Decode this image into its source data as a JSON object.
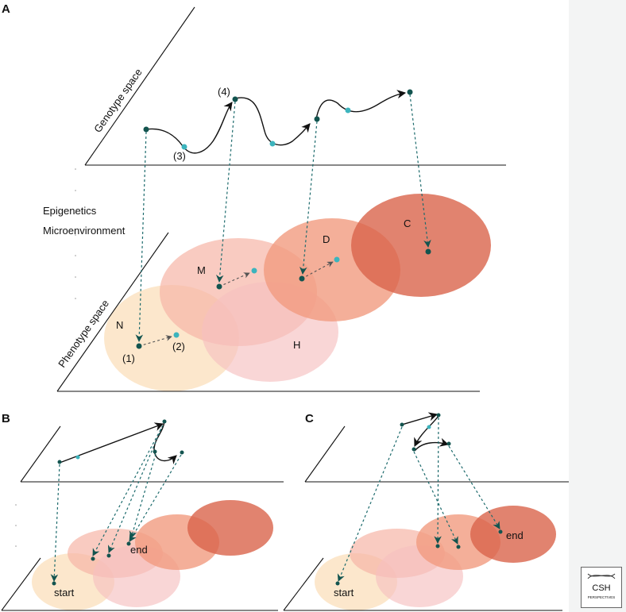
{
  "panels": {
    "a": {
      "letter": "A",
      "genotype_label": "Genotype space",
      "phenotype_label": "Phenotype space",
      "epigenetics_label": "Epigenetics",
      "microenv_label": "Microenvironment",
      "region_labels": {
        "n": "N",
        "m": "M",
        "h": "H",
        "d": "D",
        "c": "C"
      },
      "step_labels": {
        "s1": "(1)",
        "s2": "(2)",
        "s3": "(3)",
        "s4": "(4)"
      }
    },
    "b": {
      "letter": "B",
      "start_label": "start",
      "end_label": "end"
    },
    "c": {
      "letter": "C",
      "start_label": "start",
      "end_label": "end"
    }
  },
  "logo": {
    "text": "CSH",
    "subtext": "PERSPECTIVES"
  },
  "colors": {
    "region_n": "#fbe3c3",
    "region_m": "#f6b5a6",
    "region_h": "#f6c0c0",
    "region_d": "#f19b80",
    "region_c": "#d9644b",
    "teal_dark": "#13544f",
    "teal_light": "#3cb4bd"
  }
}
